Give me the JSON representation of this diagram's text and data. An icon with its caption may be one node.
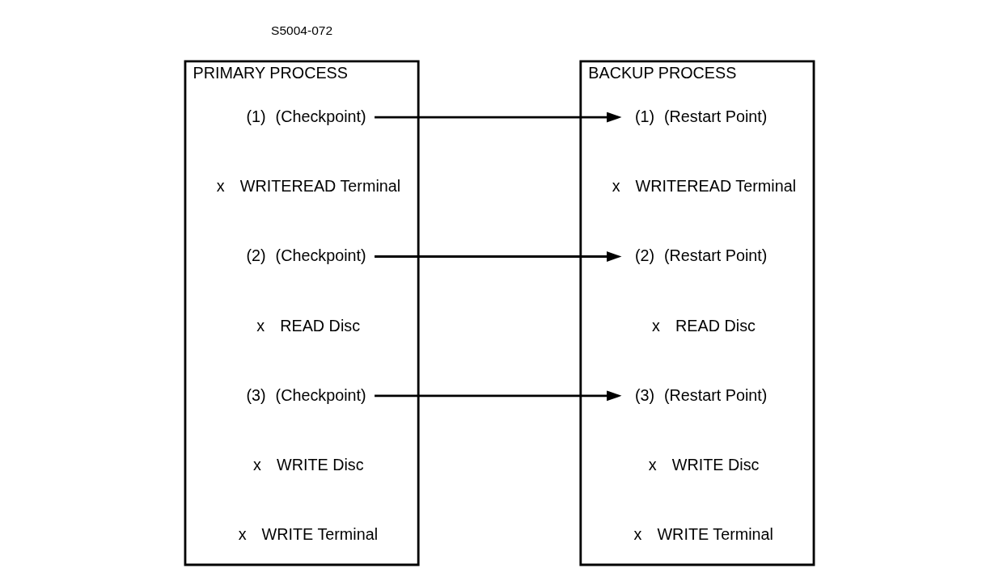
{
  "diagram": {
    "nodes": [
      {
        "text": [
          "PRIMARY PROCESS"
        ]
      },
      {
        "text": [
          "(1)",
          "(Checkpoint)"
        ],
        "in": 0
      },
      {
        "text": [
          "x",
          "WRITEREAD Terminal"
        ],
        "in": 0
      },
      {
        "text": [
          "(2)",
          "(Checkpoint)"
        ],
        "in": 0
      },
      {
        "text": [
          "x",
          "READ Disc"
        ],
        "in": 0
      },
      {
        "text": [
          "(3)",
          "(Checkpoint)"
        ],
        "in": 0
      },
      {
        "text": [
          "x",
          "WRITE Disc"
        ],
        "in": 0
      },
      {
        "text": [
          "x",
          "WRITE Terminal"
        ],
        "in": 0
      },
      {
        "text": [
          "BACKUP PROCESS"
        ]
      },
      {
        "text": [
          "(1)",
          "(Restart Point)"
        ],
        "in": 8
      },
      {
        "text": [
          "x",
          "WRITEREAD Terminal"
        ],
        "in": 8
      },
      {
        "text": [
          "(2)",
          "(Restart Point)"
        ],
        "in": 8
      },
      {
        "text": [
          "x",
          "READ Disc"
        ],
        "in": 8
      },
      {
        "text": [
          "(3)",
          "(Restart Point)"
        ],
        "in": 8
      },
      {
        "text": [
          "x",
          "WRITE Disc"
        ],
        "in": 8
      },
      {
        "text": [
          "x",
          "WRITE Terminal"
        ],
        "in": 8
      }
    ],
    "edges": [
      {
        "from": 1,
        "to": 9,
        "arrow": "to"
      },
      {
        "from": 3,
        "to": 11,
        "arrow": "to"
      },
      {
        "from": 5,
        "to": 13,
        "arrow": "to"
      }
    ],
    "labels": [
      "S5004-072"
    ]
  }
}
